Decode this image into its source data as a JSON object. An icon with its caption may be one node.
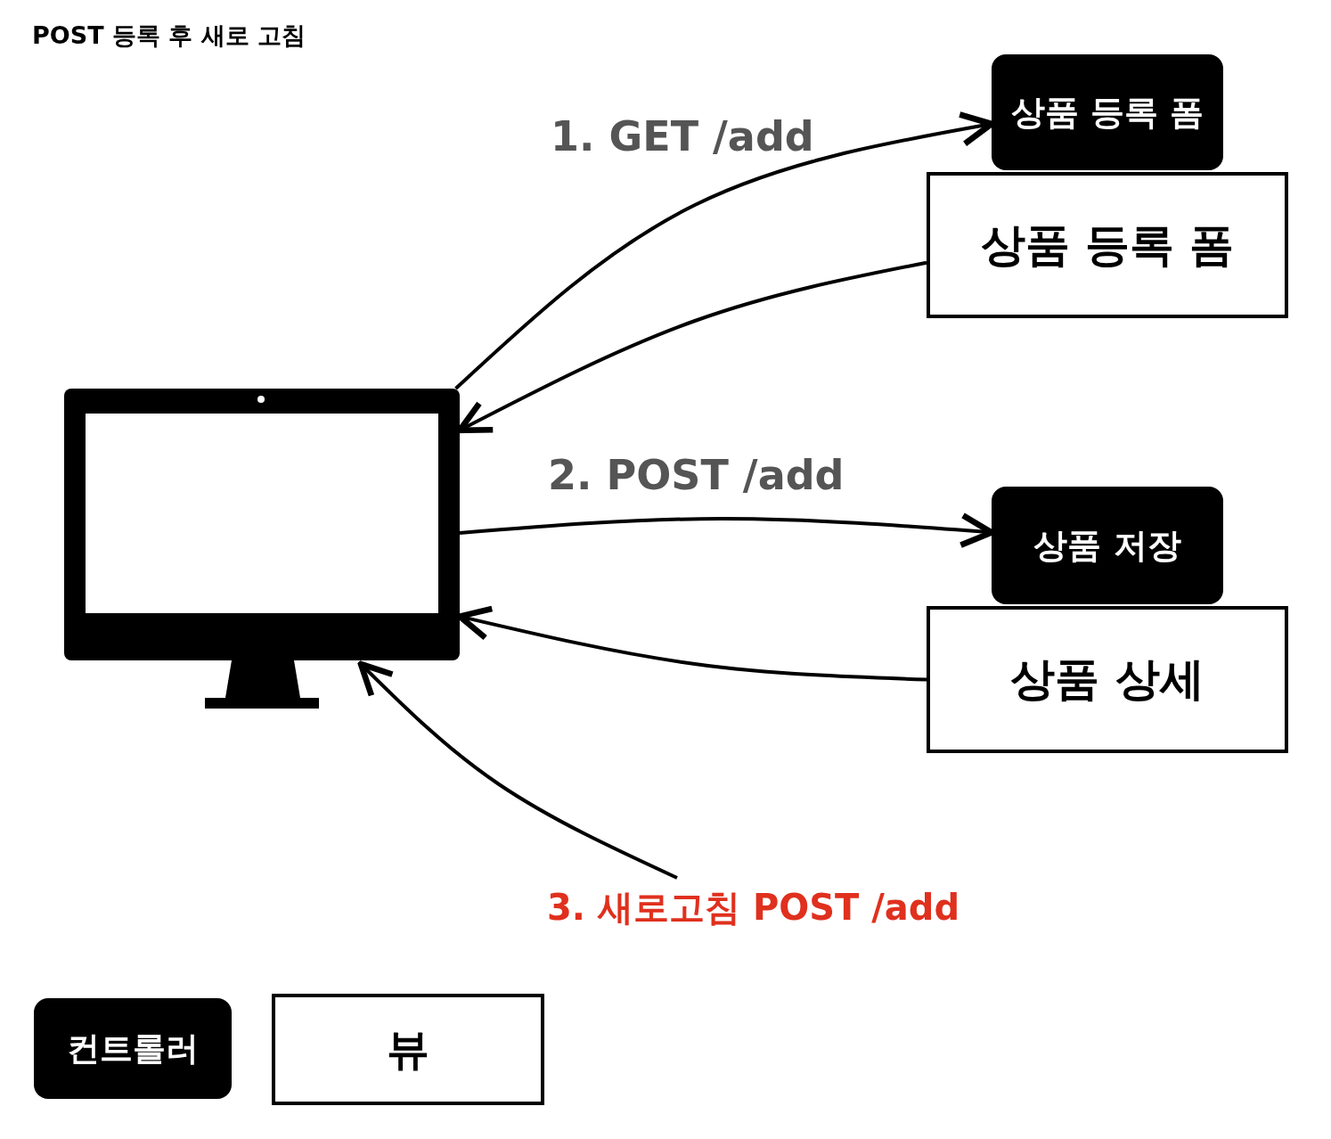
{
  "diagram": {
    "title": "POST 등록 후 새로 고침",
    "nodes": [
      {
        "text": [],
        "shape": "picture"
      },
      {
        "text": [
          "상품 등록 폼"
        ]
      },
      {
        "text": [
          "상품 등록 폼"
        ]
      },
      {
        "text": [
          "상품 저장"
        ]
      },
      {
        "text": [
          "상품 상세"
        ]
      },
      {
        "text": [
          "컨트롤러"
        ]
      },
      {
        "text": [
          "뷰"
        ]
      }
    ],
    "edges": [
      {
        "from": 0,
        "to": 1,
        "arrow": "to",
        "label": "1. GET /add"
      },
      {
        "from": 2,
        "to": 0,
        "arrow": "to"
      },
      {
        "from": 0,
        "to": 3,
        "arrow": "to",
        "label": "2. POST /add"
      },
      {
        "from": 4,
        "to": 0,
        "arrow": "to"
      },
      {
        "from": null,
        "to": 0,
        "arrow": "to",
        "label": "3. 새로고침 POST /add"
      }
    ]
  }
}
